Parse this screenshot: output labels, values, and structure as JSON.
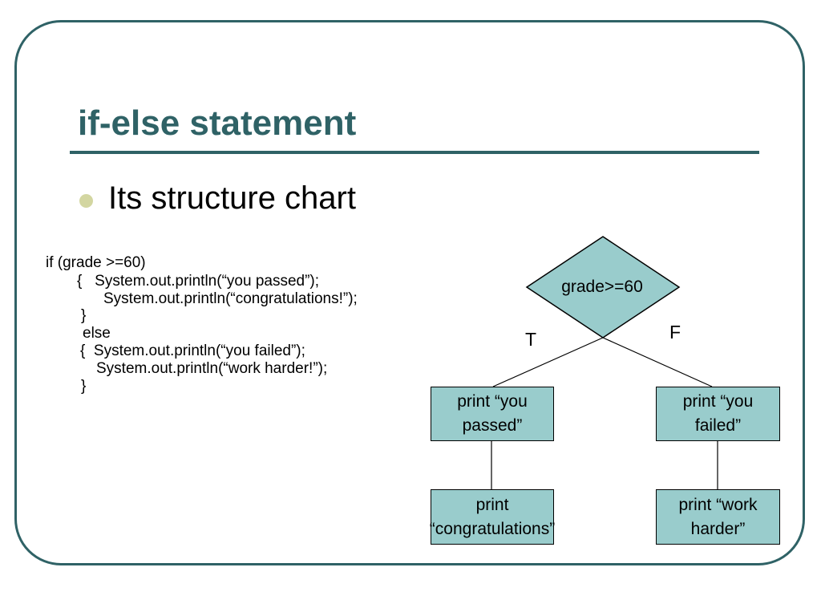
{
  "slide": {
    "title": "if-else statement",
    "bullet": "Its structure chart",
    "code_lines": [
      "if (grade >=60)",
      "{   System.out.println(“you passed”);",
      "System.out.println(“congratulations!”);",
      "}",
      "else",
      "{  System.out.println(“you failed”);",
      "System.out.println(“work harder!”);",
      "}"
    ]
  },
  "diagram": {
    "condition": "grade>=60",
    "true_label": "T",
    "false_label": "F",
    "nodes": {
      "true_first": "print “you\npassed”",
      "true_second": "print\n“congratulations”",
      "false_first": "print “you\nfailed”",
      "false_second": "print “work\nharder”"
    },
    "colors": {
      "theme": "#2f6266",
      "box_fill": "#99cccc",
      "bullet": "#d3d6a1"
    }
  }
}
